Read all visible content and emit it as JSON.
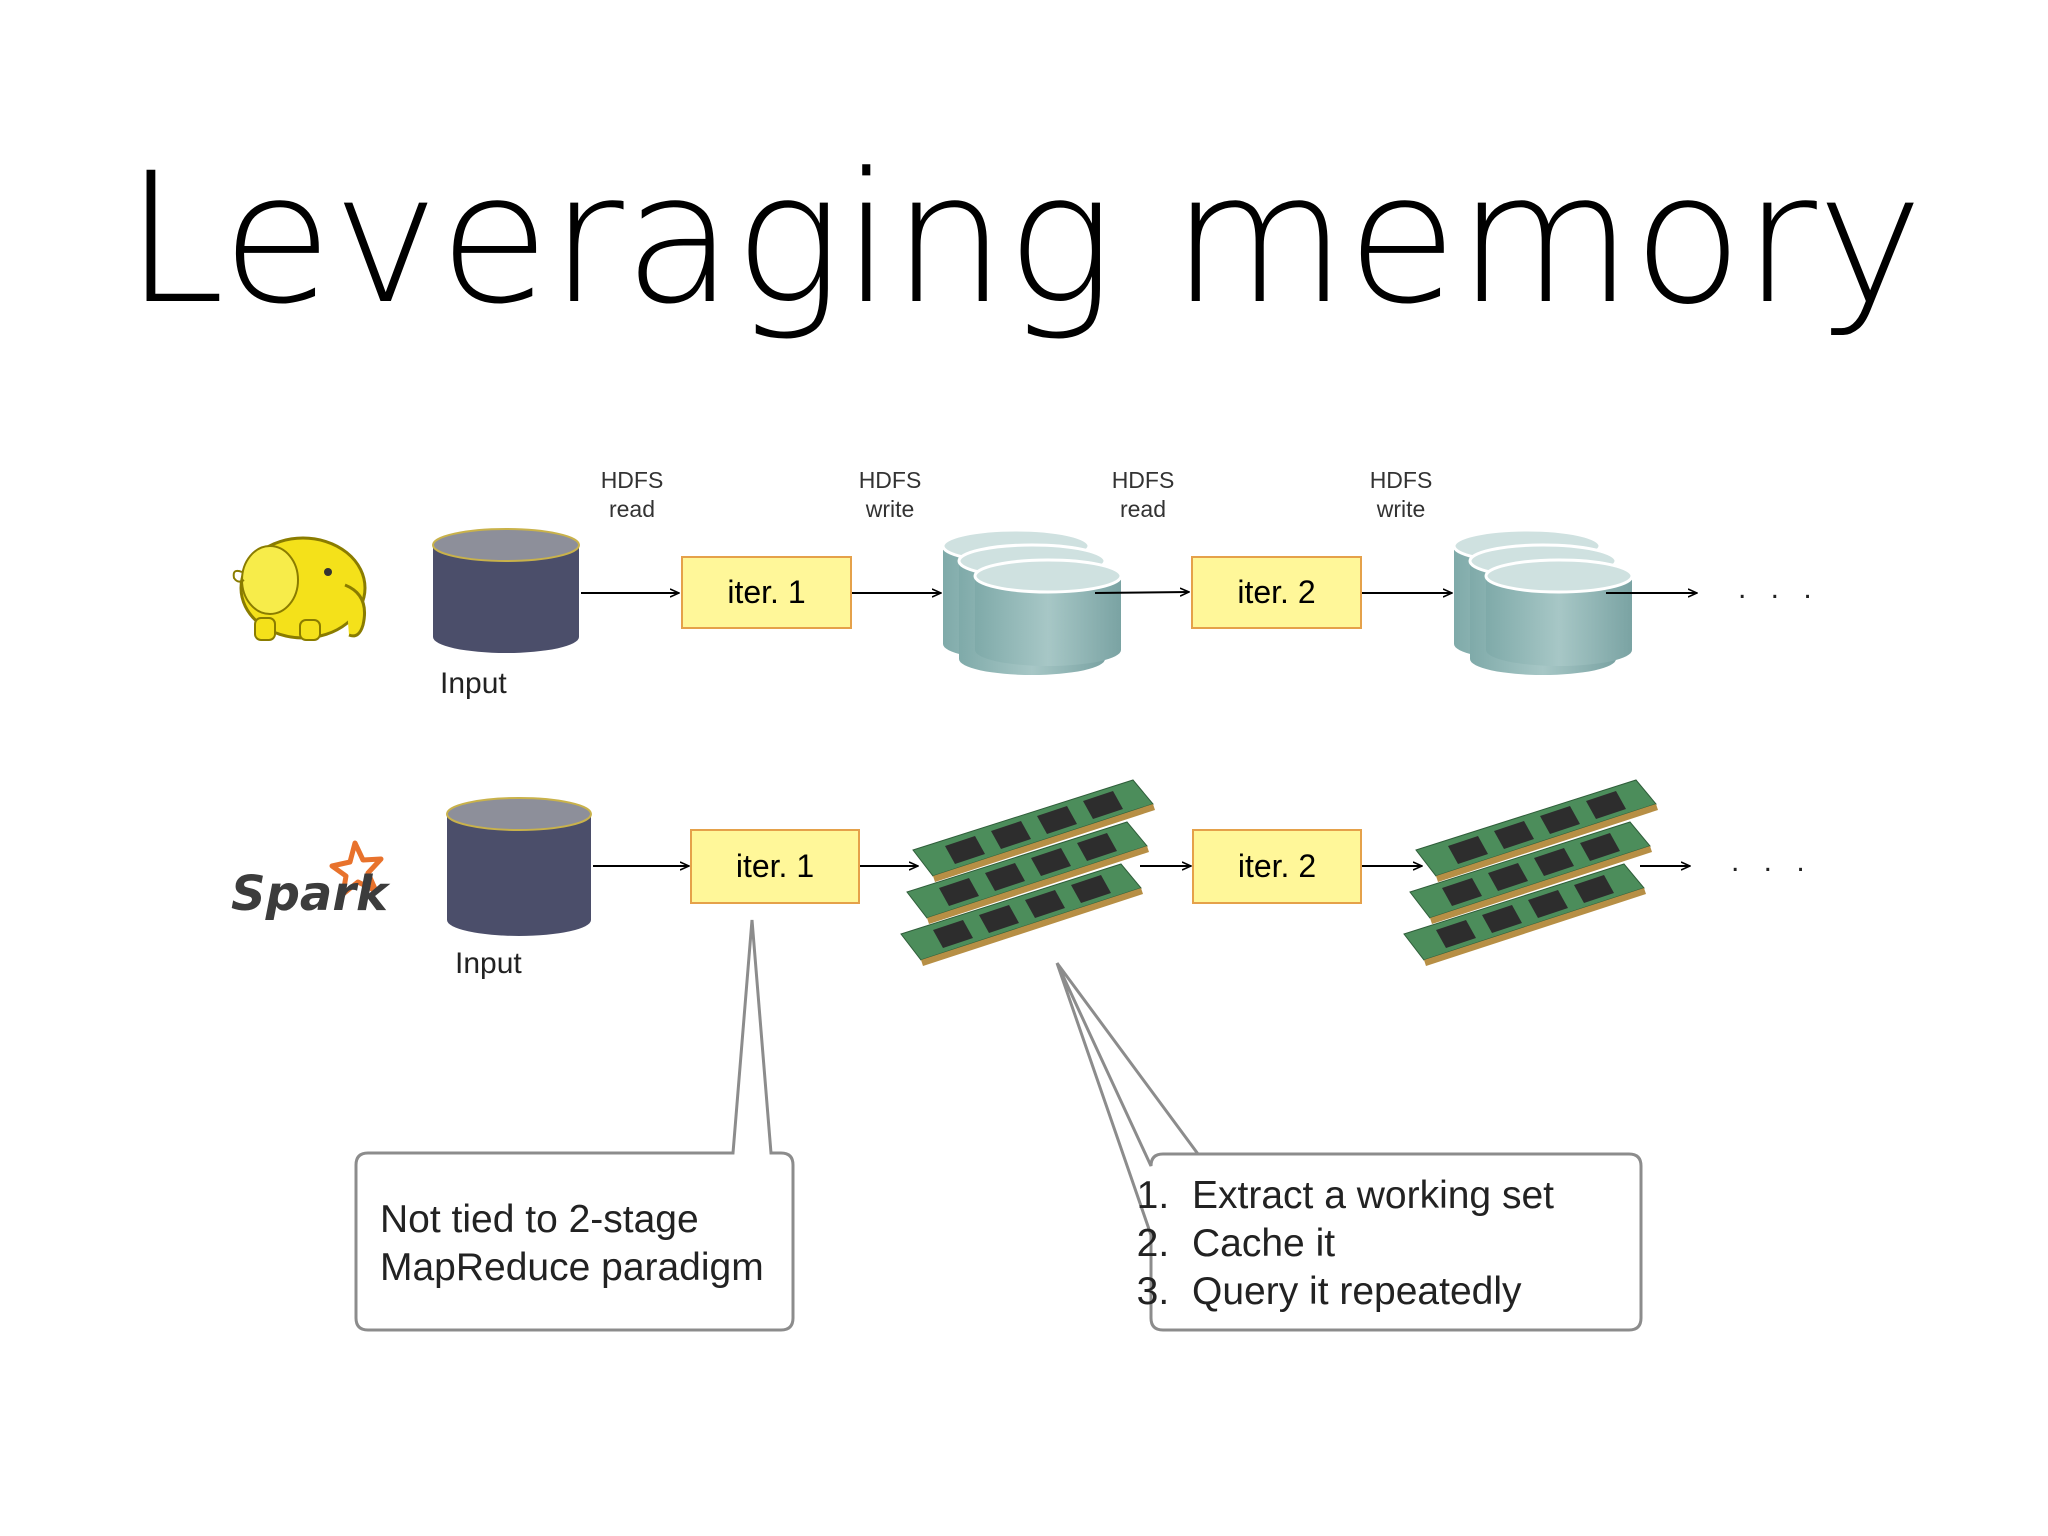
{
  "title": "Leveraging memory",
  "hadoop_row": {
    "input_label": "Input",
    "hdfs_labels": [
      {
        "line1": "HDFS",
        "line2": "read"
      },
      {
        "line1": "HDFS",
        "line2": "write"
      },
      {
        "line1": "HDFS",
        "line2": "read"
      },
      {
        "line1": "HDFS",
        "line2": "write"
      }
    ],
    "iters": [
      "iter. 1",
      "iter. 2"
    ],
    "ellipsis": ". . ."
  },
  "spark_row": {
    "logo_text": "Spark",
    "input_label": "Input",
    "iters": [
      "iter. 1",
      "iter. 2"
    ],
    "ellipsis": ". . ."
  },
  "callouts": {
    "left": {
      "line1": "Not tied to 2-stage",
      "line2": "MapReduce paradigm"
    },
    "right": {
      "items": [
        "Extract a working set",
        "Cache it",
        "Query it repeatedly"
      ]
    }
  },
  "colors": {
    "iter_fill": "#fff799",
    "iter_border": "#e5a14a",
    "input_disk": "#4b4e6a",
    "hdfs_disk": "#8fb5b6",
    "hadoop_logo": "#f4e11a",
    "spark_star": "#e8722c",
    "ram_board": "#4c8d5b"
  }
}
